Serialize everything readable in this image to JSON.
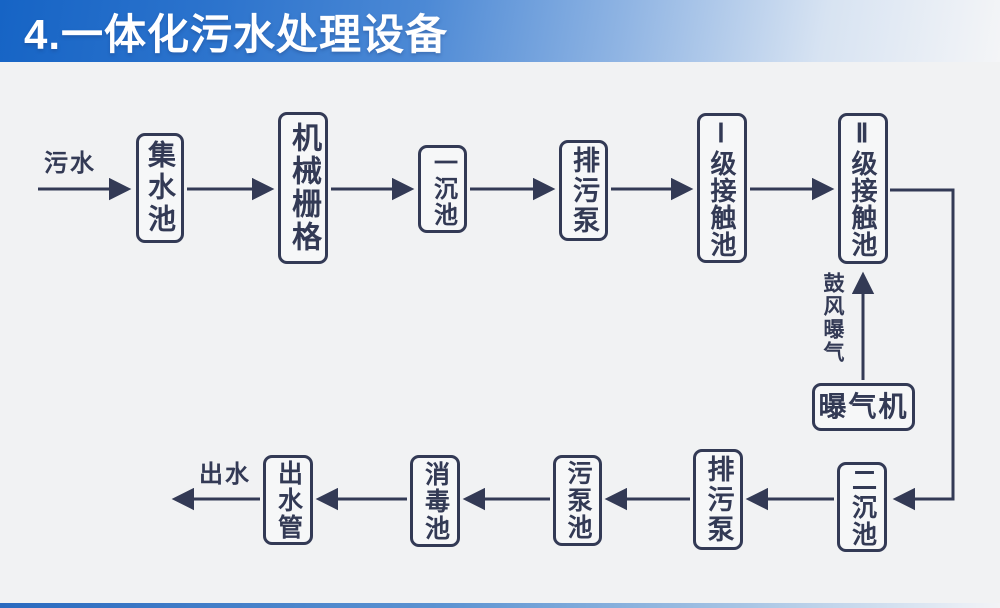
{
  "header": {
    "title": "4.一体化污水处理设备"
  },
  "flow": {
    "inlet_label": "污水",
    "outlet_label": "出水",
    "aeration_label": "鼓风曝气",
    "nodes": {
      "collect_tank": "集水池",
      "mechanical_grid": "机械栅格",
      "primary_sedimentation_tank": "一沉池",
      "sewage_pump_top": "排污泵",
      "contact_tank_1": "Ⅰ级接触池",
      "contact_tank_2": "Ⅱ级接触池",
      "aerator": "曝气机",
      "secondary_sedimentation_tank": "二沉池",
      "sewage_pump_bottom": "排污泵",
      "sludge_pump_tank": "污泵池",
      "disinfection_tank": "消毒池",
      "outlet_pipe": "出水管"
    },
    "sequence_top": [
      "污水",
      "集水池",
      "机械栅格",
      "一沉池",
      "排污泵",
      "Ⅰ级接触池",
      "Ⅱ级接触池"
    ],
    "sequence_bottom": [
      "二沉池",
      "排污泵",
      "污泵池",
      "消毒池",
      "出水管",
      "出水"
    ],
    "aeration_branch": [
      "曝气机",
      "鼓风曝气",
      "Ⅱ级接触池"
    ]
  },
  "colors": {
    "line": "#333a55",
    "canvas_bg": "#f1f2f3",
    "node_bg": "#f6f7f8",
    "header_blue": "#1664c5",
    "footer_blue": "#2a6abf"
  }
}
